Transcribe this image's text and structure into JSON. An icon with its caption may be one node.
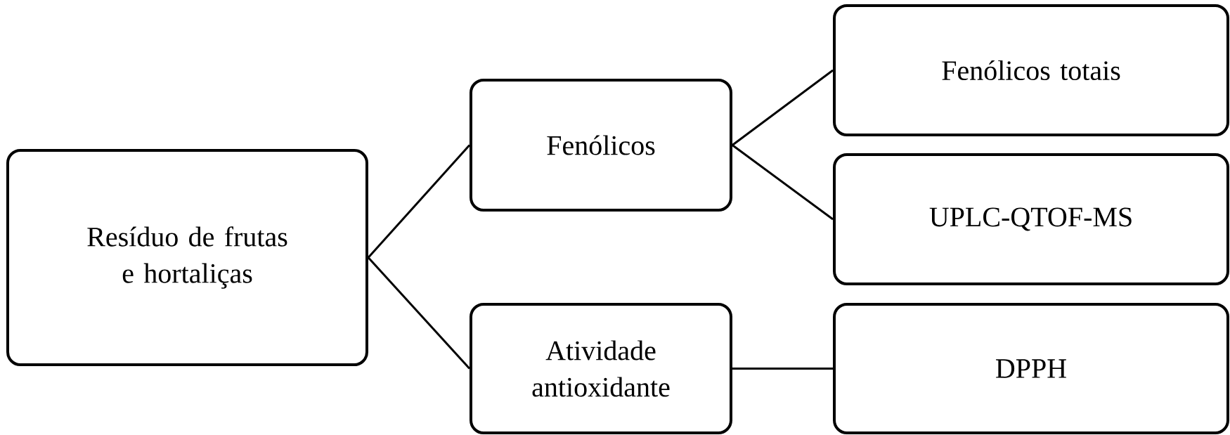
{
  "diagram": {
    "nodes": [
      {
        "text": [
          "Resíduo de frutas e hortaliças"
        ]
      },
      {
        "text": [
          "Fenólicos"
        ]
      },
      {
        "text": [
          "Fenólicos totais"
        ]
      },
      {
        "text": [
          "UPLC-QTOF-MS"
        ]
      },
      {
        "text": [
          "Atividade antioxidante"
        ]
      },
      {
        "text": [
          "DPPH"
        ]
      }
    ],
    "edges": [
      {
        "from": 0,
        "to": 1,
        "arrow": "none"
      },
      {
        "from": 0,
        "to": 4,
        "arrow": "none"
      },
      {
        "from": 1,
        "to": 2,
        "arrow": "none"
      },
      {
        "from": 1,
        "to": 3,
        "arrow": "none"
      },
      {
        "from": 4,
        "to": 5,
        "arrow": "none"
      }
    ]
  }
}
